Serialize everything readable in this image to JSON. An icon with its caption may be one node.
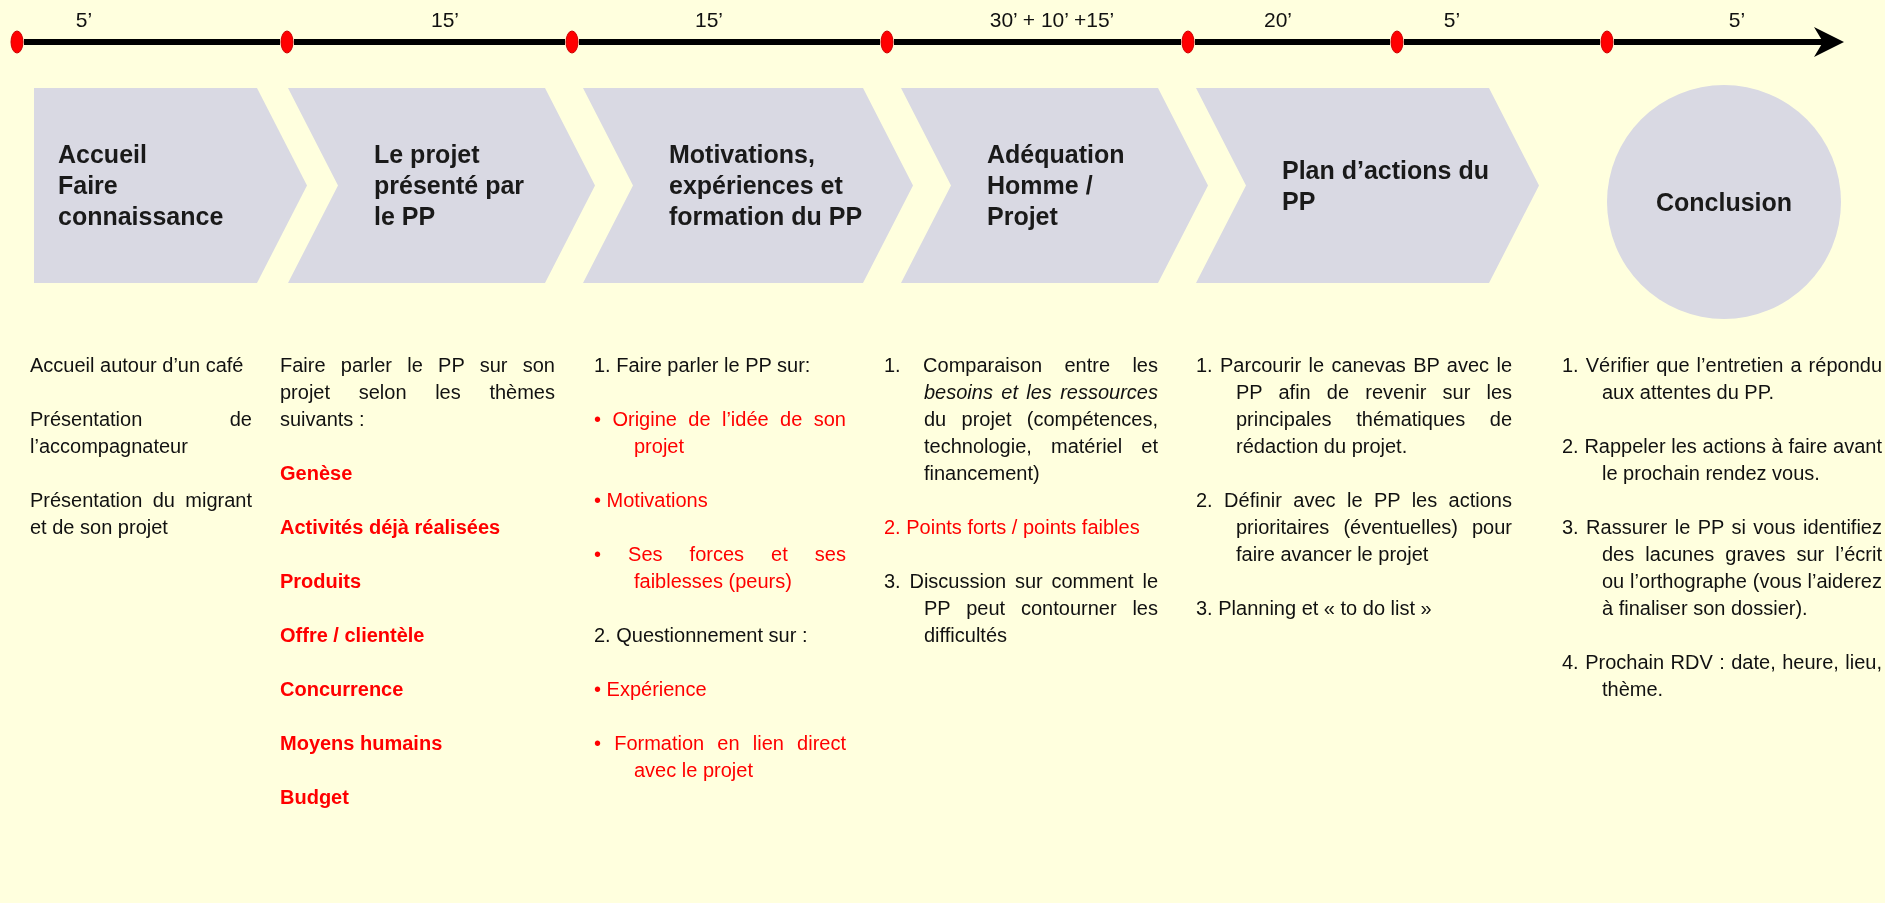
{
  "diagram": {
    "nodes": [
      {
        "text": [],
        "shape": "circle"
      },
      {
        "text": [],
        "shape": "circle"
      },
      {
        "text": [],
        "shape": "circle"
      },
      {
        "text": [],
        "shape": "circle"
      },
      {
        "text": [],
        "shape": "circle"
      },
      {
        "text": [],
        "shape": "circle"
      },
      {
        "text": [],
        "shape": "circle"
      },
      {
        "text": [
          "Accueil",
          "Faire connaissance"
        ],
        "beside": [
          "Accueil autour d’un café",
          "Présentation de l’accompagnateur",
          "Présentation du migrant et de son projet"
        ]
      },
      {
        "text": [
          "Le projet présenté par le PP"
        ],
        "beside": [
          "Faire parler le PP sur son projet selon les thèmes suivants :",
          "Genèse",
          "Activités déjà réalisées",
          "Produits",
          "Offre / clientèle",
          "Concurrence",
          "Moyens humains",
          "Budget"
        ]
      },
      {
        "text": [
          "Motivations, expériences et formation du PP"
        ],
        "beside": [
          "1. Faire parler le PP sur:",
          "• Origine de l’idée de son projet",
          "• Motivations",
          "• Ses forces et ses faiblesses (peurs)",
          "2. Questionnement sur :",
          "• Expérience",
          "• Formation en lien direct avec le projet"
        ]
      },
      {
        "text": [
          "Adéquation Homme / Projet"
        ],
        "beside": [
          "1. Comparaison entre les *besoins et les ressources* du projet (compétences, technologie, matériel et financement)",
          "2. Points forts / points faibles",
          "3. Discussion sur comment le PP peut contourner les difficultés"
        ]
      },
      {
        "text": [
          "Plan d’actions du PP"
        ],
        "beside": [
          "1. Parcourir le canevas BP avec le PP afin de revenir sur les principales thématiques de rédaction du projet.",
          "2. Définir avec le PP les actions prioritaires (éventuelles) pour faire avancer le projet",
          "3. Planning et « to do list »"
        ]
      },
      {
        "text": [
          "Conclusion"
        ],
        "beside": [
          "1. Vérifier que l’entretien a répondu aux attentes du PP.",
          "2. Rappeler les actions à faire avant le prochain rendez vous.",
          "3. Rassurer le PP si vous identifiez des lacunes graves sur l’écrit ou l’orthographe (vous l’aiderez à finaliser son dossier).",
          "4. Prochain RDV : date, heure, lieu, thème."
        ]
      }
    ],
    "edges": [
      {
        "from": 0,
        "to": 1,
        "arrow": "none",
        "label": "5’"
      },
      {
        "from": 1,
        "to": 2,
        "arrow": "none",
        "label": "15’"
      },
      {
        "from": 2,
        "to": 3,
        "arrow": "none",
        "label": "15’"
      },
      {
        "from": 3,
        "to": 4,
        "arrow": "none",
        "label": "30’ + 10’ +15’"
      },
      {
        "from": 4,
        "to": 5,
        "arrow": "none",
        "label": "20’"
      },
      {
        "from": 5,
        "to": 6,
        "arrow": "none",
        "label": "5’"
      },
      {
        "from": 6,
        "to": null,
        "arrow": "to",
        "label": "5’"
      }
    ]
  }
}
